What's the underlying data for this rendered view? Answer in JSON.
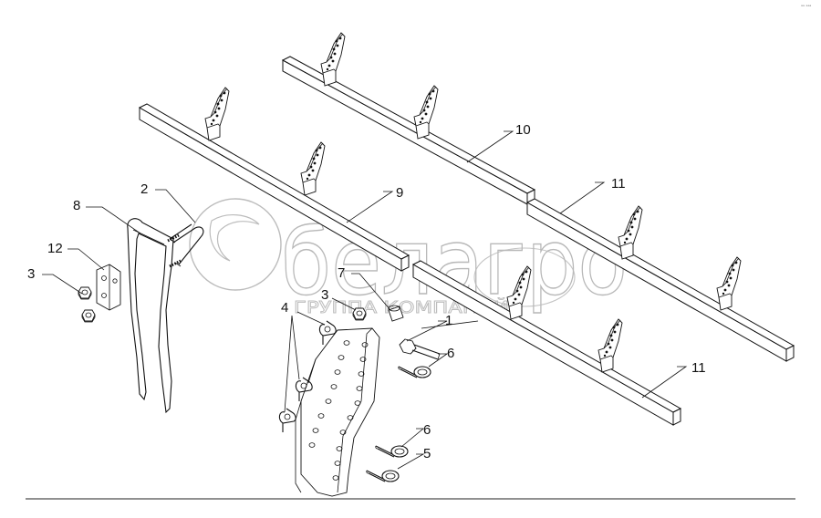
{
  "watermark": {
    "brand": "белагро",
    "subtitle": "ГРУППА КОМПАНИЙ"
  },
  "corner_mark": "ᵃᵃ ᵃᵃᵃ",
  "callouts": {
    "c1": "1",
    "c2": "2",
    "c3a": "3",
    "c3b": "3",
    "c4": "4",
    "c5": "5",
    "c6a": "6",
    "c6b": "6",
    "c7": "7",
    "c8": "8",
    "c9": "9",
    "c10": "10",
    "c11a": "11",
    "c11b": "11",
    "c12": "12"
  }
}
